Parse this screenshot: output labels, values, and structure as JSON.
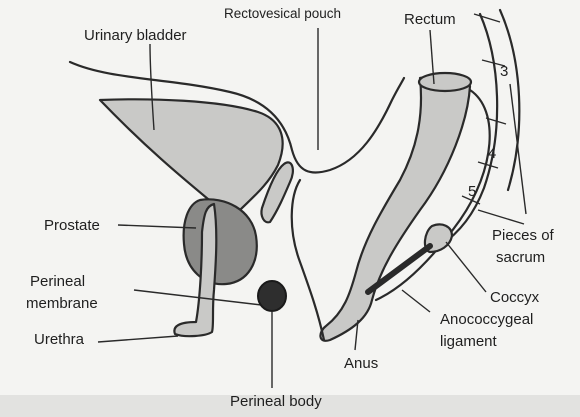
{
  "labels": {
    "urinary_bladder": "Urinary bladder",
    "rectovesical_pouch": "Rectovesical pouch",
    "rectum": "Rectum",
    "prostate": "Prostate",
    "perineal_membrane_line1": "Perineal",
    "perineal_membrane_line2": "membrane",
    "urethra": "Urethra",
    "perineal_body": "Perineal body",
    "anus": "Anus",
    "pieces_of_sacrum_line1": "Pieces of",
    "pieces_of_sacrum_line2": "sacrum",
    "coccyx": "Coccyx",
    "anococcygeal_line1": "Anococcygeal",
    "anococcygeal_line2": "ligament"
  },
  "sacral_numbers": [
    "3",
    "4",
    "5"
  ],
  "colors": {
    "background": "#f4f4f2",
    "organ_fill": "#c9c9c7",
    "prostate_fill": "#8a8a88",
    "perineal_body_fill": "#2e2e2e",
    "outline": "#2a2a2a"
  }
}
